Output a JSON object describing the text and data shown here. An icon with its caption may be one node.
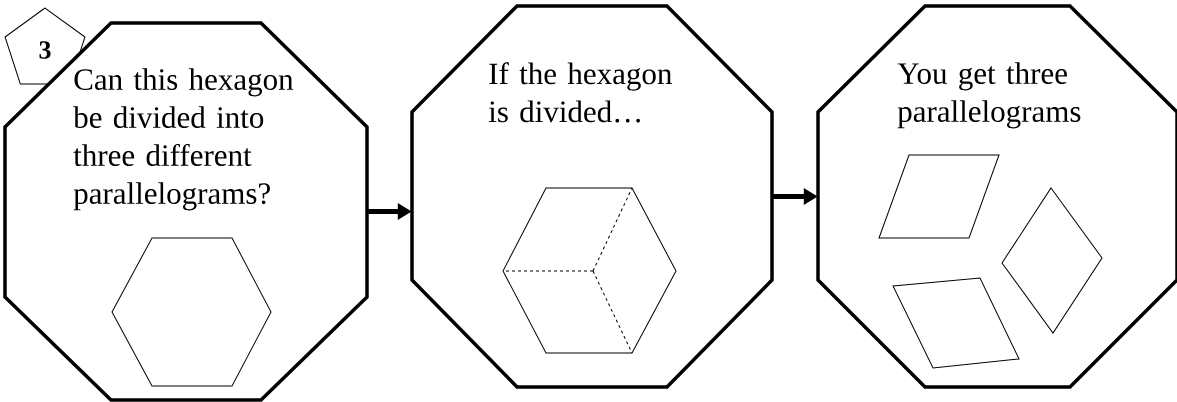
{
  "diagram": {
    "nodes": [
      {
        "text": [
          "3"
        ]
      },
      {
        "text": [
          "Can this hexagon be divided into three different parallelograms?"
        ]
      },
      {
        "text": [
          "If the hexagon is divided…"
        ]
      },
      {
        "text": [
          "You get three parallelograms"
        ]
      }
    ],
    "edges": [
      {
        "from": 1,
        "to": 2,
        "arrow": "to"
      },
      {
        "from": 2,
        "to": 3,
        "arrow": "to"
      }
    ]
  }
}
